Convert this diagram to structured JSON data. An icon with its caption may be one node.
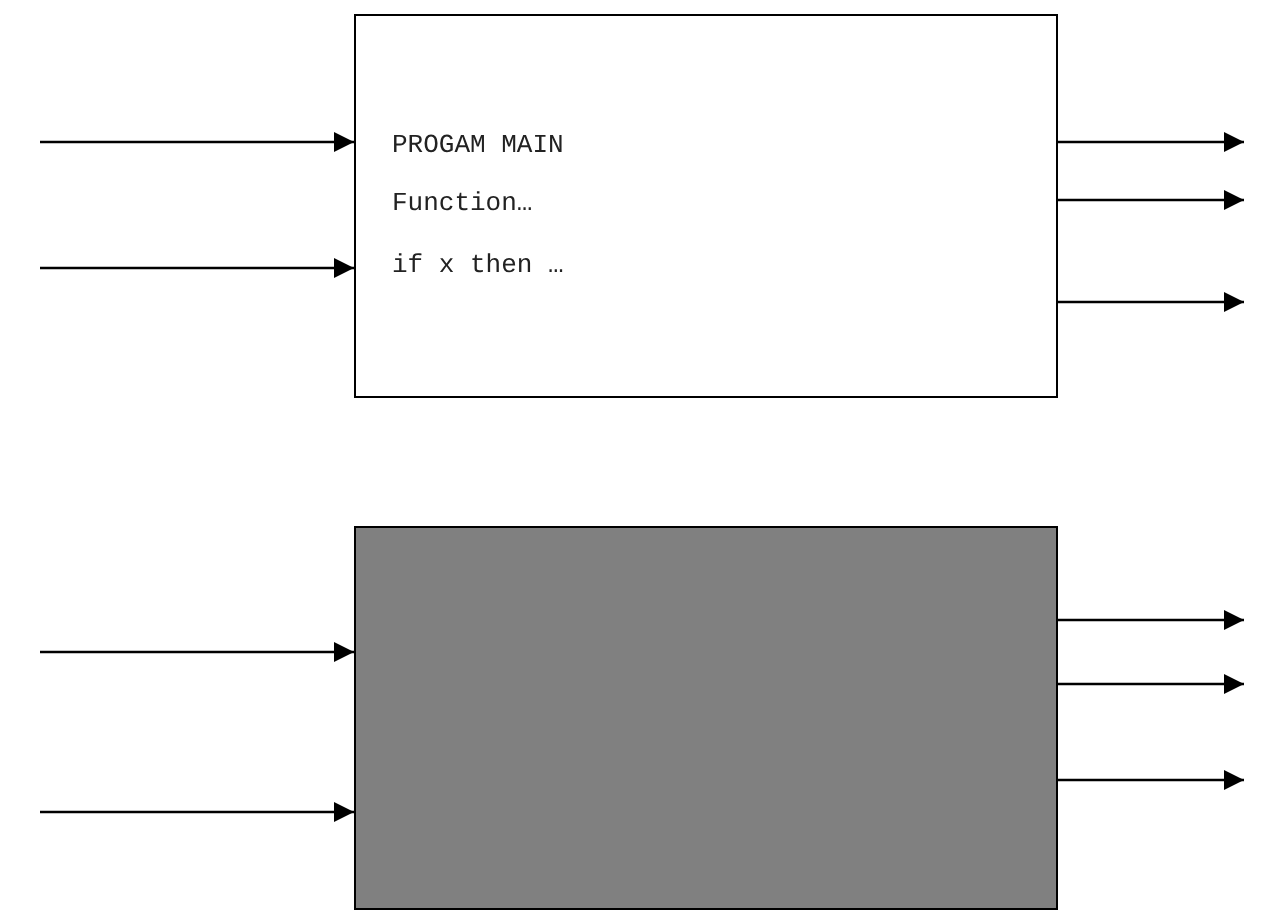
{
  "diagram": {
    "nodes": [
      {
        "text": [
          "PROGAM MAIN",
          "Function…",
          "if x then …"
        ]
      },
      {
        "text": [],
        "shape": "box"
      }
    ],
    "edges": [
      {
        "from": null,
        "to": 0,
        "arrow": "to"
      },
      {
        "from": null,
        "to": 0,
        "arrow": "to"
      },
      {
        "from": 0,
        "to": null,
        "arrow": "to"
      },
      {
        "from": 0,
        "to": null,
        "arrow": "to"
      },
      {
        "from": 0,
        "to": null,
        "arrow": "to"
      },
      {
        "from": null,
        "to": 1,
        "arrow": "to"
      },
      {
        "from": null,
        "to": 1,
        "arrow": "to"
      },
      {
        "from": 1,
        "to": null,
        "arrow": "to"
      },
      {
        "from": 1,
        "to": null,
        "arrow": "to"
      },
      {
        "from": 1,
        "to": null,
        "arrow": "to"
      }
    ]
  }
}
